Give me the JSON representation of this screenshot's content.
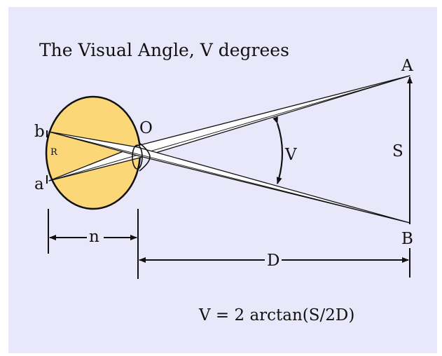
{
  "title": "The Visual Angle, V degrees",
  "formula": "V = 2 arctan(S/2D)",
  "points": {
    "A": "A",
    "B": "B",
    "O": "O",
    "a": "a",
    "b": "b",
    "R": "R"
  },
  "measures": {
    "V": "V",
    "S": "S",
    "n": "n",
    "D": "D"
  },
  "colors": {
    "panel": "#e8e8fa",
    "eye_fill": "#fcd778",
    "stroke": "#111111",
    "ray_fill": "#ffffff"
  }
}
